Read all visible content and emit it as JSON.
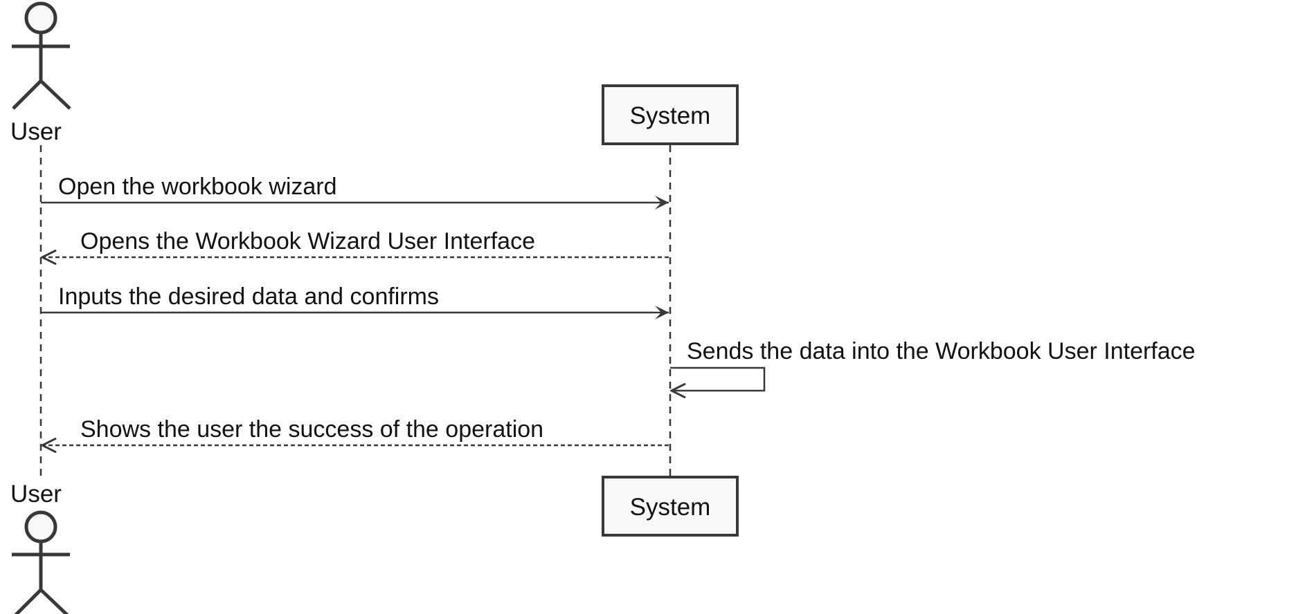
{
  "participants": {
    "user": {
      "name": "User"
    },
    "system": {
      "name": "System"
    }
  },
  "messages": [
    {
      "from": "User",
      "to": "System",
      "style": "solid",
      "text": "Open the workbook wizard"
    },
    {
      "from": "System",
      "to": "User",
      "style": "dashed",
      "text": "Opens the Workbook Wizard User Interface"
    },
    {
      "from": "User",
      "to": "System",
      "style": "solid",
      "text": "Inputs the desired data and confirms"
    },
    {
      "from": "System",
      "to": "System",
      "style": "solid",
      "text": "Sends the data into the Workbook User Interface"
    },
    {
      "from": "System",
      "to": "User",
      "style": "dashed",
      "text": "Shows the user the success of the operation"
    }
  ],
  "colors": {
    "line": "#383838",
    "participant_fill": "#f8f8f8",
    "text": "#111111"
  }
}
